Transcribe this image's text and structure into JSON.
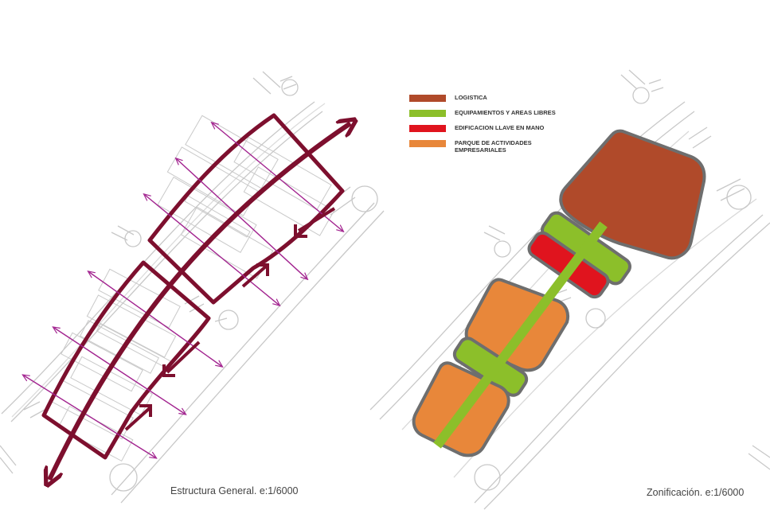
{
  "left_plan": {
    "caption": "Estructura General.  e:1/6000"
  },
  "right_plan": {
    "caption": "Zonificación.  e:1/6000",
    "legend": [
      {
        "label": "LOGISTICA",
        "color": "#b04a2a"
      },
      {
        "label": "EQUIPAMIENTOS Y AREAS LIBRES",
        "color": "#8cbf2a"
      },
      {
        "label": "EDIFICACION LLAVE EN MANO",
        "color": "#e0141e"
      },
      {
        "label": "PARQUE DE ACTIVIDADES EMPRESARIALES",
        "color": "#e8873a"
      }
    ]
  },
  "colors": {
    "main_axis": "#7d0f2e",
    "cross_axis": "#a2238f",
    "road_line": "#c8c8c8",
    "zone_border": "#6e6e6e"
  }
}
